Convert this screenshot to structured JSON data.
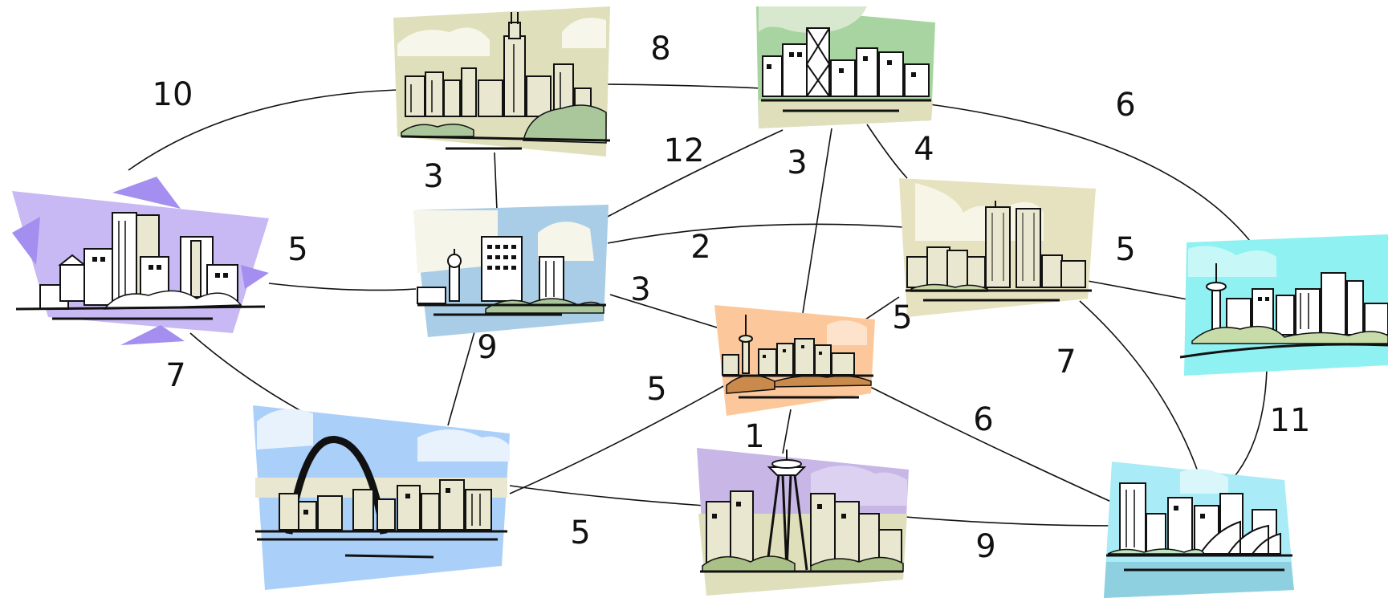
{
  "chart_data": {
    "type": "graph",
    "nodes": [
      {
        "id": "city-1",
        "bg": "#dfe0bb",
        "bush": "#a9c79a"
      },
      {
        "id": "city-2",
        "bg": "#a8d4a1",
        "bush": "#cfd3a8"
      },
      {
        "id": "city-3",
        "bg": "#c8b8f3",
        "bush": "#ffffff"
      },
      {
        "id": "city-4",
        "bg": "#a9cde6",
        "bush": "#a9c79a"
      },
      {
        "id": "city-5",
        "bg": "#e6e2bf",
        "bush": "#c8d6a8"
      },
      {
        "id": "city-6",
        "bg": "#8ff1f1",
        "bush": "#c8dcaa"
      },
      {
        "id": "city-7",
        "bg": "#fcc89b",
        "bush": "#c98a4b"
      },
      {
        "id": "city-8",
        "bg": "#aacff9",
        "bush": "#aacff9"
      },
      {
        "id": "city-9",
        "bg": "#c8b7e6",
        "bush": "#a9c087"
      },
      {
        "id": "city-10",
        "bg": "#a9ecf7",
        "bush": "#bde6c0"
      }
    ],
    "edges": [
      {
        "from": "city-3",
        "to": "city-1",
        "weight": "10"
      },
      {
        "from": "city-1",
        "to": "city-2",
        "weight": "8"
      },
      {
        "from": "city-1",
        "to": "city-4",
        "weight": "3"
      },
      {
        "from": "city-2",
        "to": "city-4",
        "weight": "12"
      },
      {
        "from": "city-2",
        "to": "city-7",
        "weight": "3"
      },
      {
        "from": "city-2",
        "to": "city-5",
        "weight": "4"
      },
      {
        "from": "city-2",
        "to": "city-6",
        "weight": "6"
      },
      {
        "from": "city-3",
        "to": "city-4",
        "weight": "5"
      },
      {
        "from": "city-4",
        "to": "city-5",
        "weight": "2"
      },
      {
        "from": "city-4",
        "to": "city-7",
        "weight": "3"
      },
      {
        "from": "city-5",
        "to": "city-6",
        "weight": "5"
      },
      {
        "from": "city-5",
        "to": "city-7",
        "weight": "5"
      },
      {
        "from": "city-3",
        "to": "city-8",
        "weight": "7"
      },
      {
        "from": "city-4",
        "to": "city-8",
        "weight": "9"
      },
      {
        "from": "city-7",
        "to": "city-8",
        "weight": "5"
      },
      {
        "from": "city-7",
        "to": "city-9",
        "weight": "1"
      },
      {
        "from": "city-8",
        "to": "city-9",
        "weight": "5"
      },
      {
        "from": "city-7",
        "to": "city-10",
        "weight": "6"
      },
      {
        "from": "city-5",
        "to": "city-10",
        "weight": "7"
      },
      {
        "from": "city-6",
        "to": "city-10",
        "weight": "11"
      },
      {
        "from": "city-9",
        "to": "city-10",
        "weight": "9"
      }
    ]
  }
}
